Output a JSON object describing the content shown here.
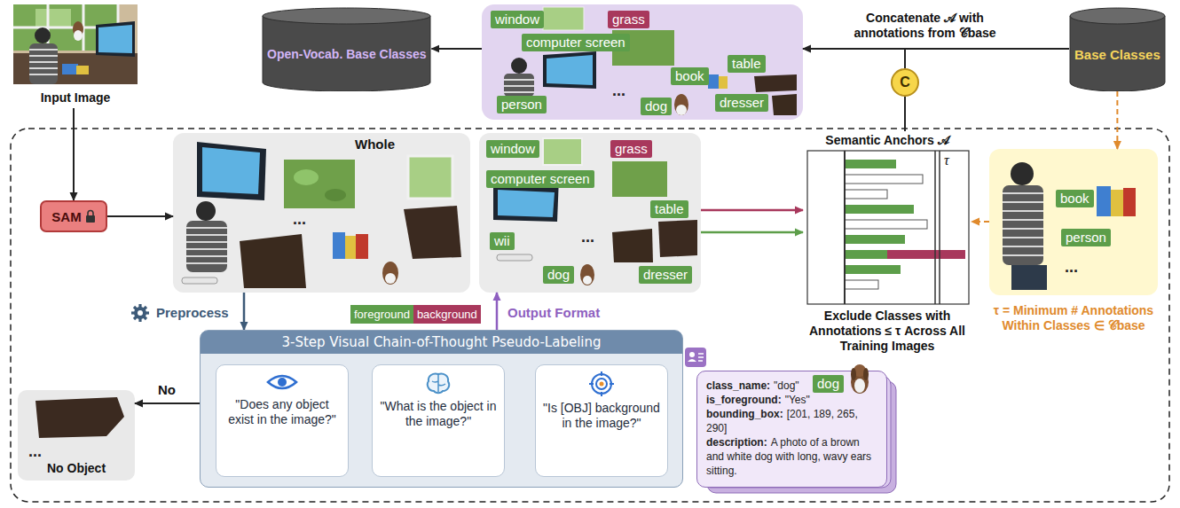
{
  "diagram": {
    "nodes": [
      {
        "text": [
          "Input Image"
        ]
      },
      {
        "text": [
          "Open-Vocab. Base Classes"
        ]
      },
      {
        "text": [
          "..."
        ]
      },
      {
        "text": [
          "window"
        ],
        "in": 2
      },
      {
        "text": [
          "grass"
        ],
        "in": 2
      },
      {
        "text": [
          "computer screen"
        ],
        "in": 2
      },
      {
        "text": [
          "table"
        ],
        "in": 2
      },
      {
        "text": [
          "book"
        ],
        "in": 2
      },
      {
        "text": [
          "person"
        ],
        "in": 2
      },
      {
        "text": [
          "dog"
        ],
        "in": 2
      },
      {
        "text": [
          "dresser"
        ],
        "in": 2
      },
      {
        "text": [
          "C"
        ]
      },
      {
        "text": [
          "Base Classes"
        ]
      },
      {
        "text": [
          "SAM"
        ]
      },
      {
        "text": [
          "Whole",
          "..."
        ]
      },
      {
        "text": [
          "..."
        ]
      },
      {
        "text": [
          "window"
        ],
        "in": 15
      },
      {
        "text": [
          "grass"
        ],
        "in": 15
      },
      {
        "text": [
          "computer screen"
        ],
        "in": 15
      },
      {
        "text": [
          "table"
        ],
        "in": 15
      },
      {
        "text": [
          "wii"
        ],
        "in": 15
      },
      {
        "text": [
          "dog"
        ],
        "in": 15
      },
      {
        "text": [
          "dresser"
        ],
        "in": 15
      },
      {
        "text": [
          "Semantic Anchors 𝒜",
          "τ",
          "Exclude Classes with Annotations ≤ τ Across All Training Images"
        ]
      },
      {
        "text": [
          "..."
        ]
      },
      {
        "text": [
          "book"
        ],
        "in": 24
      },
      {
        "text": [
          "person"
        ],
        "in": 24
      },
      {
        "text": [
          "3-Step Visual Chain-of-Thought Pseudo-Labeling"
        ]
      },
      {
        "text": [
          "\"Does any object exist in the image?\""
        ],
        "in": 27
      },
      {
        "text": [
          "\"What is the object in the image?\""
        ],
        "in": 27
      },
      {
        "text": [
          "\"Is [OBJ] background in the image?\""
        ],
        "in": 27
      },
      {
        "text": [
          "...",
          "No Object"
        ]
      },
      {
        "text": [
          "class_name:",
          "\"dog\"",
          "is_foreground:",
          "\"Yes\"",
          "bounding_box:",
          "[201, 189, 265, 290]",
          "description:",
          "A photo of a brown and white dog with long, wavy ears sitting."
        ]
      },
      {
        "text": [
          "dog"
        ],
        "in": 32
      }
    ],
    "edges": [
      {
        "from": 0,
        "to": 13,
        "arrow": "to"
      },
      {
        "from": 13,
        "to": 14,
        "arrow": "to"
      },
      {
        "from": 14,
        "to": 27,
        "label": "Preprocess",
        "arrow": "to"
      },
      {
        "from": 27,
        "to": 15,
        "label": "Output Format",
        "arrow": "to"
      },
      {
        "from": 15,
        "to": 23,
        "arrow": "to"
      },
      {
        "from": 15,
        "to": 23,
        "arrow": "to"
      },
      {
        "from": 27,
        "to": 31,
        "label": "No",
        "arrow": "to"
      },
      {
        "from": 28,
        "to": 29,
        "arrow": "to"
      },
      {
        "from": 29,
        "to": 30,
        "arrow": "to"
      },
      {
        "from": 12,
        "to": 24,
        "arrow": "to"
      },
      {
        "from": 24,
        "to": 23,
        "arrow": "to"
      },
      {
        "from": 12,
        "to": 11,
        "arrow": "none"
      },
      {
        "from": 23,
        "to": 11,
        "arrow": "none"
      },
      {
        "from": 11,
        "to": 2,
        "arrow": "to"
      },
      {
        "from": 2,
        "to": 1,
        "arrow": "to"
      }
    ],
    "labels": [
      "Concatenate 𝒜 with annotations from 𝒞base",
      "τ = Minimum # Annotations Within Classes ∈ 𝒞base"
    ],
    "legend": [
      {
        "text": "foreground",
        "color": "#5d9e4a"
      },
      {
        "text": "background",
        "color": "#a8385c"
      }
    ]
  }
}
